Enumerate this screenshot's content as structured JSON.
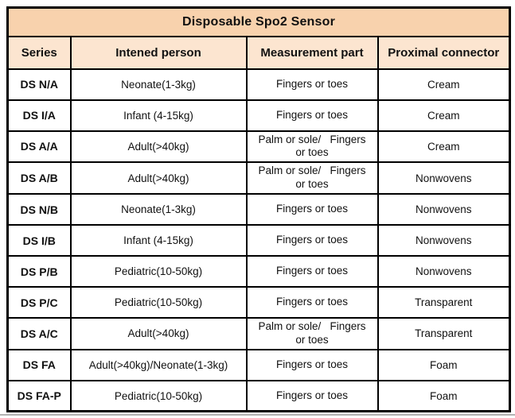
{
  "colors": {
    "title_background": "#f8d2ad",
    "header_background": "#fce5d0",
    "border": "#000000",
    "row_background": "#ffffff",
    "bottom_divider": "#b3b3b3"
  },
  "table": {
    "title": "Disposable Spo2 Sensor",
    "columns": [
      "Series",
      "Intened person",
      "Measurement part",
      "Proximal connector"
    ],
    "rows": [
      {
        "series": "DS N/A",
        "intended_person": "Neonate(1-3kg)",
        "measurement_part": "Fingers or toes",
        "proximal_connector": "Cream"
      },
      {
        "series": "DS I/A",
        "intended_person": "Infant (4-15kg)",
        "measurement_part": "Fingers or toes",
        "proximal_connector": "Cream"
      },
      {
        "series": "DS A/A",
        "intended_person": "Adult(>40kg)",
        "measurement_part": "Palm or sole/   Fingers\nor toes",
        "proximal_connector": "Cream"
      },
      {
        "series": "DS A/B",
        "intended_person": "Adult(>40kg)",
        "measurement_part": "Palm or sole/   Fingers\nor toes",
        "proximal_connector": "Nonwovens"
      },
      {
        "series": "DS N/B",
        "intended_person": "Neonate(1-3kg)",
        "measurement_part": "Fingers or toes",
        "proximal_connector": "Nonwovens"
      },
      {
        "series": "DS I/B",
        "intended_person": "Infant (4-15kg)",
        "measurement_part": "Fingers or toes",
        "proximal_connector": "Nonwovens"
      },
      {
        "series": "DS P/B",
        "intended_person": "Pediatric(10-50kg)",
        "measurement_part": "Fingers or toes",
        "proximal_connector": "Nonwovens"
      },
      {
        "series": "DS P/C",
        "intended_person": "Pediatric(10-50kg)",
        "measurement_part": "Fingers or toes",
        "proximal_connector": "Transparent"
      },
      {
        "series": "DS A/C",
        "intended_person": "Adult(>40kg)",
        "measurement_part": "Palm or sole/   Fingers\nor toes",
        "proximal_connector": "Transparent"
      },
      {
        "series": "DS FA",
        "intended_person": "Adult(>40kg)/Neonate(1-3kg)",
        "measurement_part": "Fingers or toes",
        "proximal_connector": "Foam"
      },
      {
        "series": "DS FA-P",
        "intended_person": "Pediatric(10-50kg)",
        "measurement_part": "Fingers or toes",
        "proximal_connector": "Foam"
      }
    ]
  }
}
